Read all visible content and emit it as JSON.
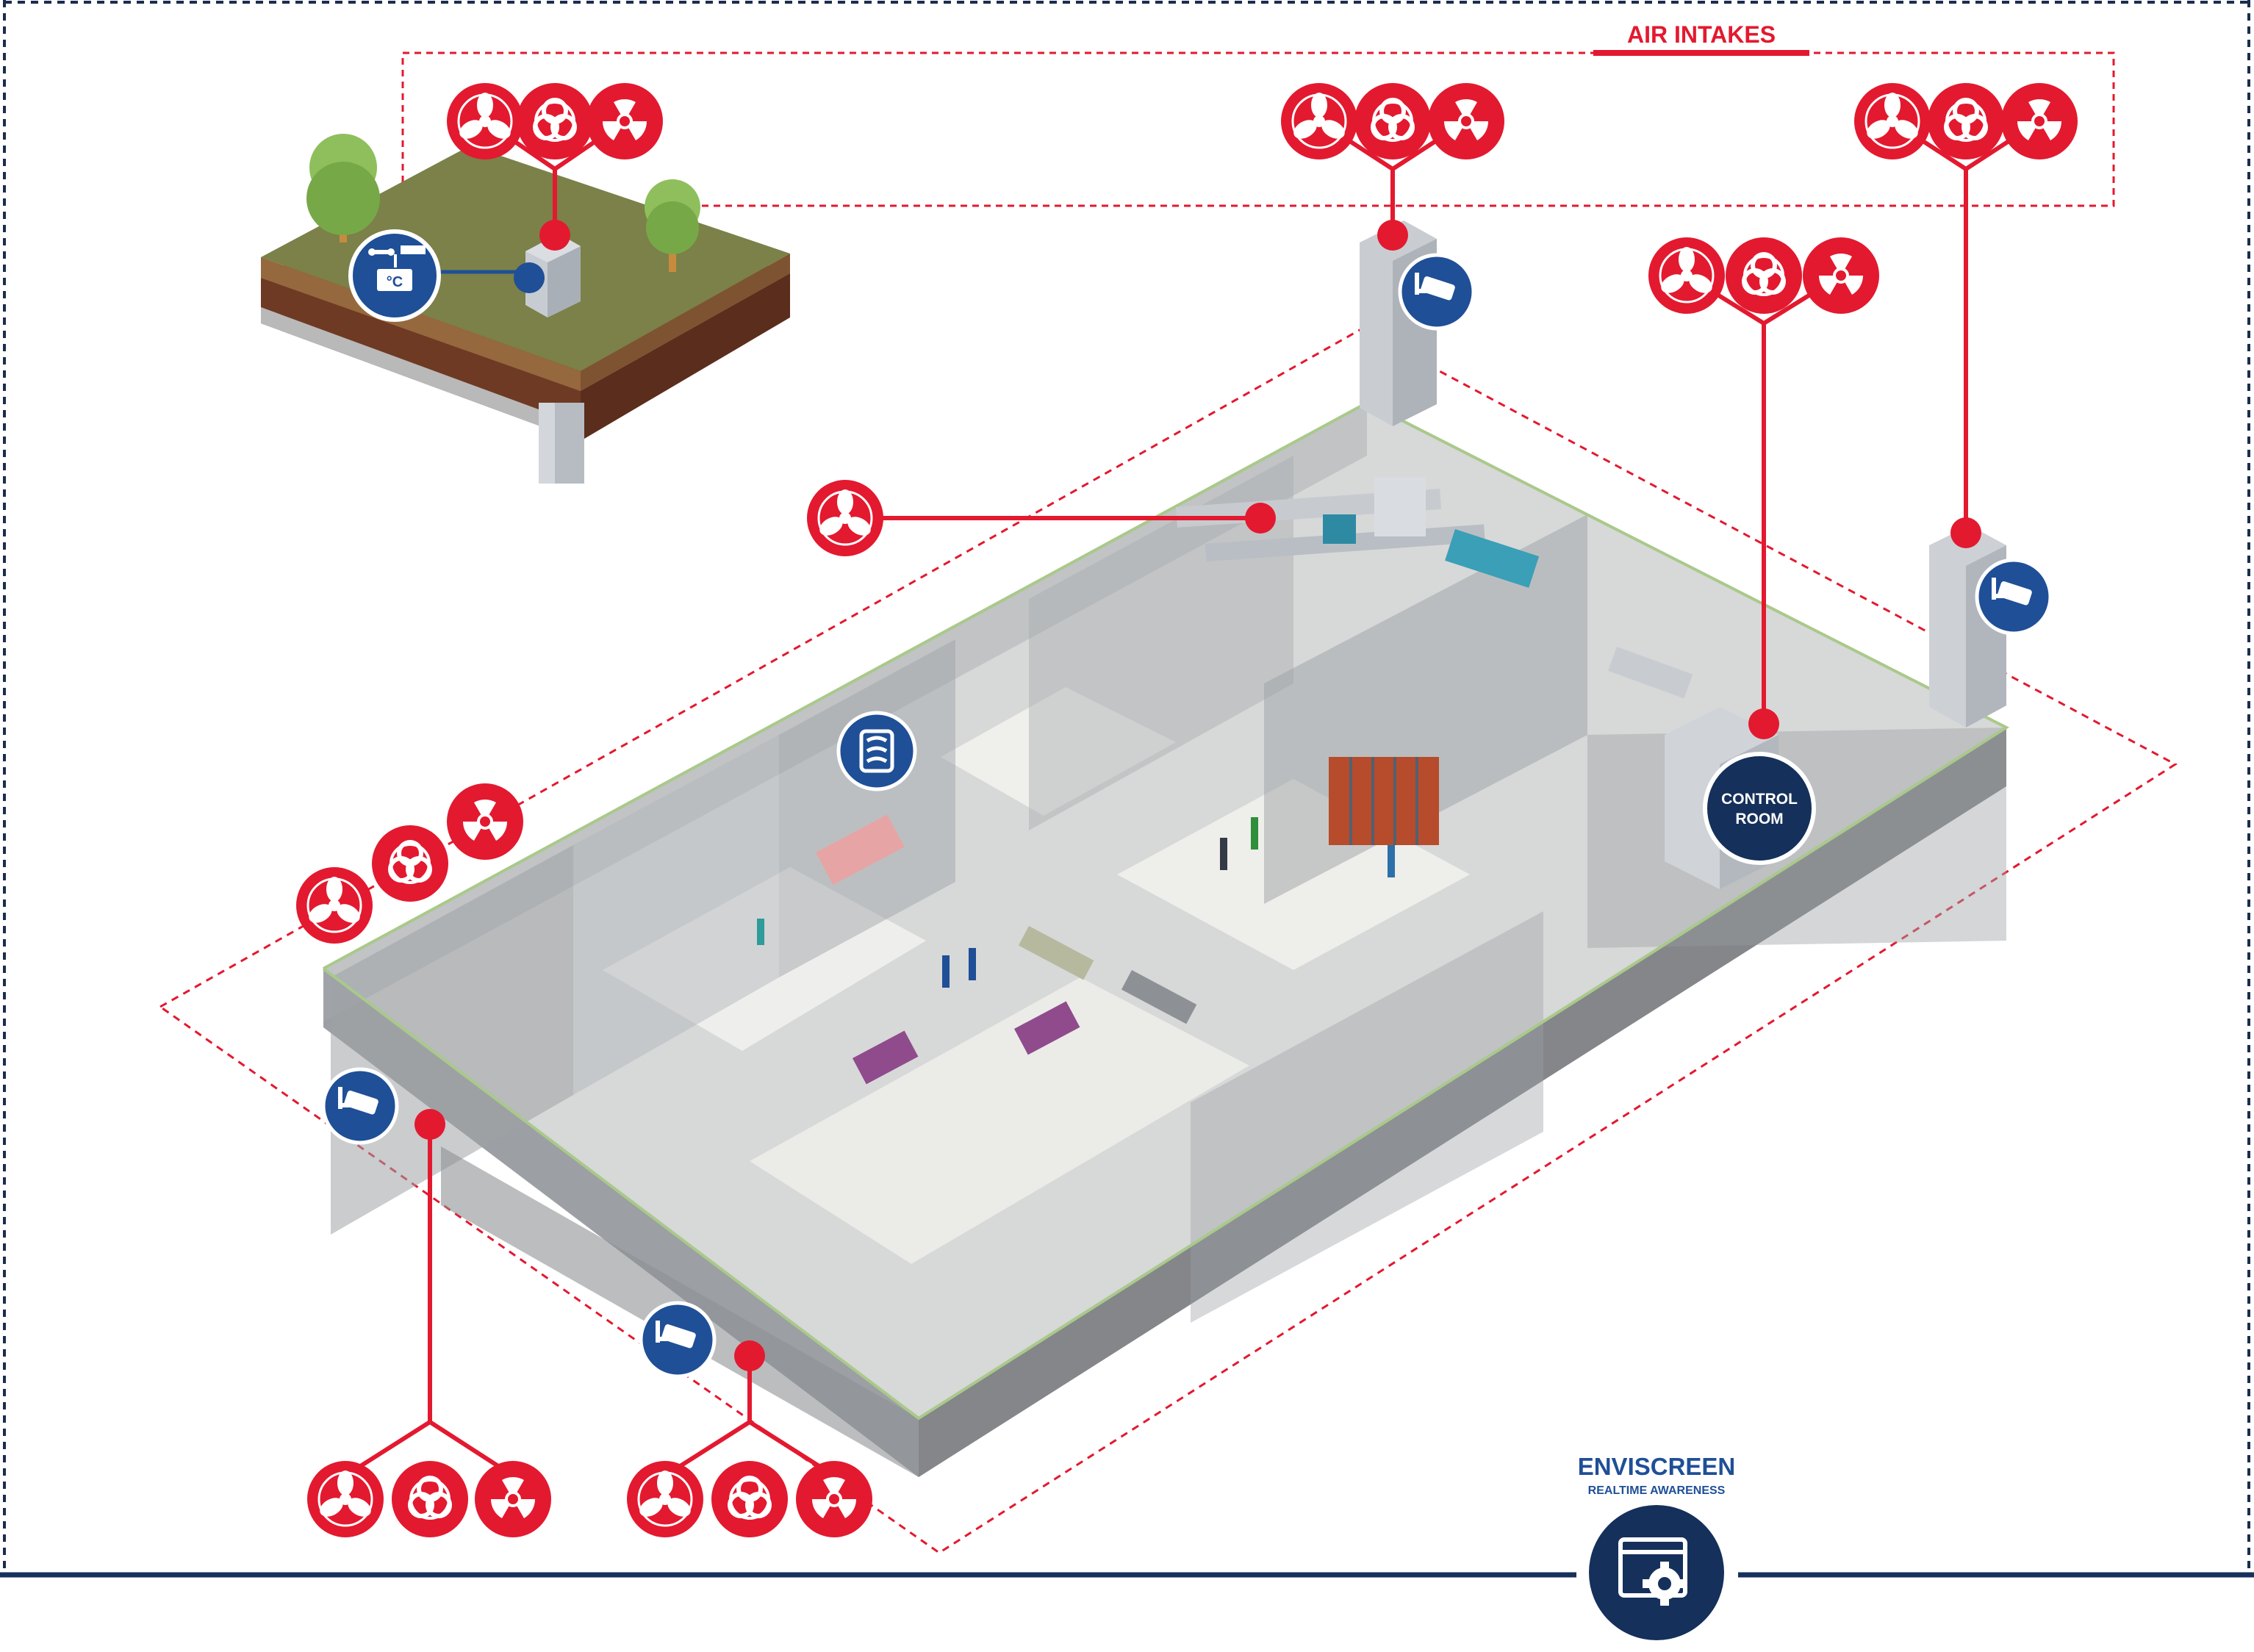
{
  "colors": {
    "hazard_red": "#e3192f",
    "sensor_blue": "#1f4f97",
    "navy": "#15305a",
    "frame_dash": "#1b2d4d"
  },
  "labels": {
    "air_intakes": "AIR INTAKES",
    "control_room_line1": "CONTROL",
    "control_room_line2": "ROOM",
    "temperature_unit": "°C",
    "brand_name": "ENVISCREEN",
    "brand_tagline": "REALTIME AWARENESS"
  },
  "icon_names": {
    "hazard_triplet": [
      "fan-icon",
      "biohazard-icon",
      "radiation-icon"
    ],
    "camera": "security-camera-icon",
    "weather": "weather-station-icon",
    "filter": "air-filter-icon",
    "fan": "fan-icon",
    "app": "enviscreen-app-icon"
  }
}
